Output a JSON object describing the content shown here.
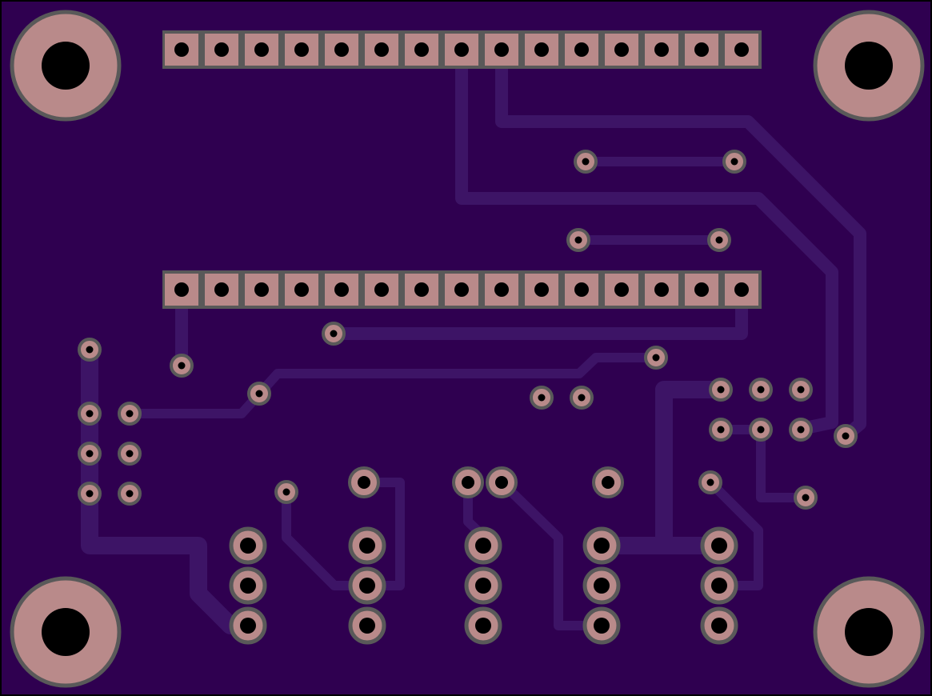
{
  "board": {
    "colors": {
      "substrate": "#2f0050",
      "outline": "#000000",
      "trace": "#3d1466",
      "pad_fill": "#b98a8a",
      "pad_ring": "#595959",
      "drill": "#000000"
    },
    "header_top_pin_count": 15,
    "header_bottom_pin_count": 15,
    "mounting_hole_count": 4
  }
}
